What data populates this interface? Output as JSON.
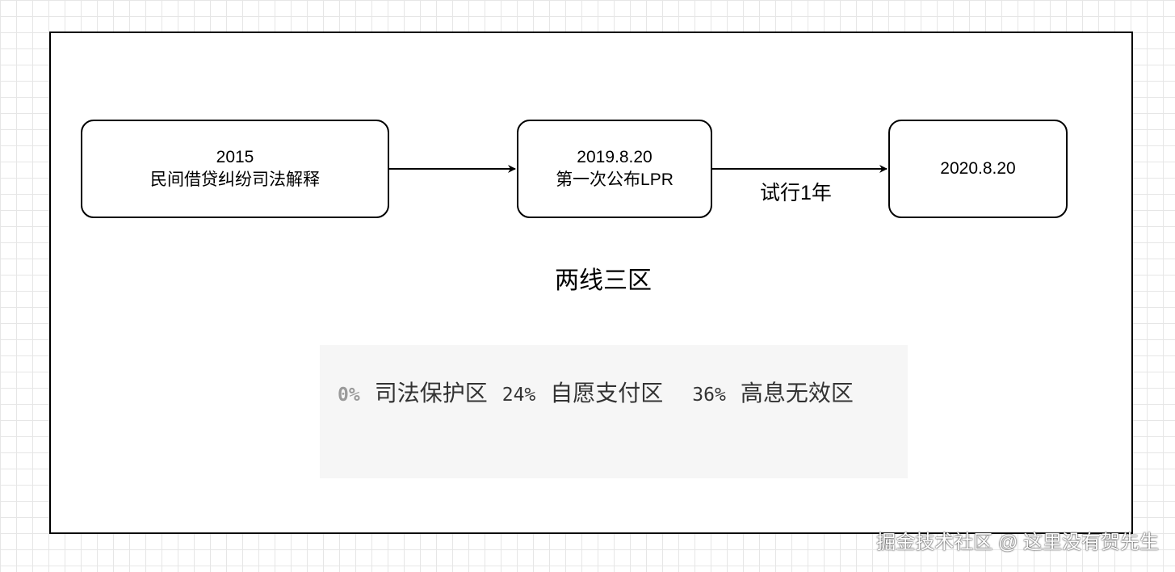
{
  "nodes": [
    {
      "id": "node1",
      "lines": [
        "2015",
        "民间借贷纠纷司法解释"
      ]
    },
    {
      "id": "node2",
      "lines": [
        "2019.8.20",
        "第一次公布LPR"
      ]
    },
    {
      "id": "node3",
      "lines": [
        "2020.8.20"
      ]
    }
  ],
  "edges": [
    {
      "from": "node1",
      "to": "node2",
      "label": ""
    },
    {
      "from": "node2",
      "to": "node3",
      "label": "试行1年"
    }
  ],
  "title": "两线三区",
  "zones": [
    {
      "percent": "0%",
      "name": "司法保护区"
    },
    {
      "percent": "24%",
      "name": "自愿支付区"
    },
    {
      "percent": "36%",
      "name": "高息无效区"
    }
  ],
  "colors": {
    "stroke": "#000000",
    "grid": "#e6e6e6",
    "zone_panel": "#f6f6f6",
    "zone_text": "#333333",
    "first_percent": "#9a9a9a"
  },
  "watermark": "掘金技术社区 @ 这里没有贺先生"
}
